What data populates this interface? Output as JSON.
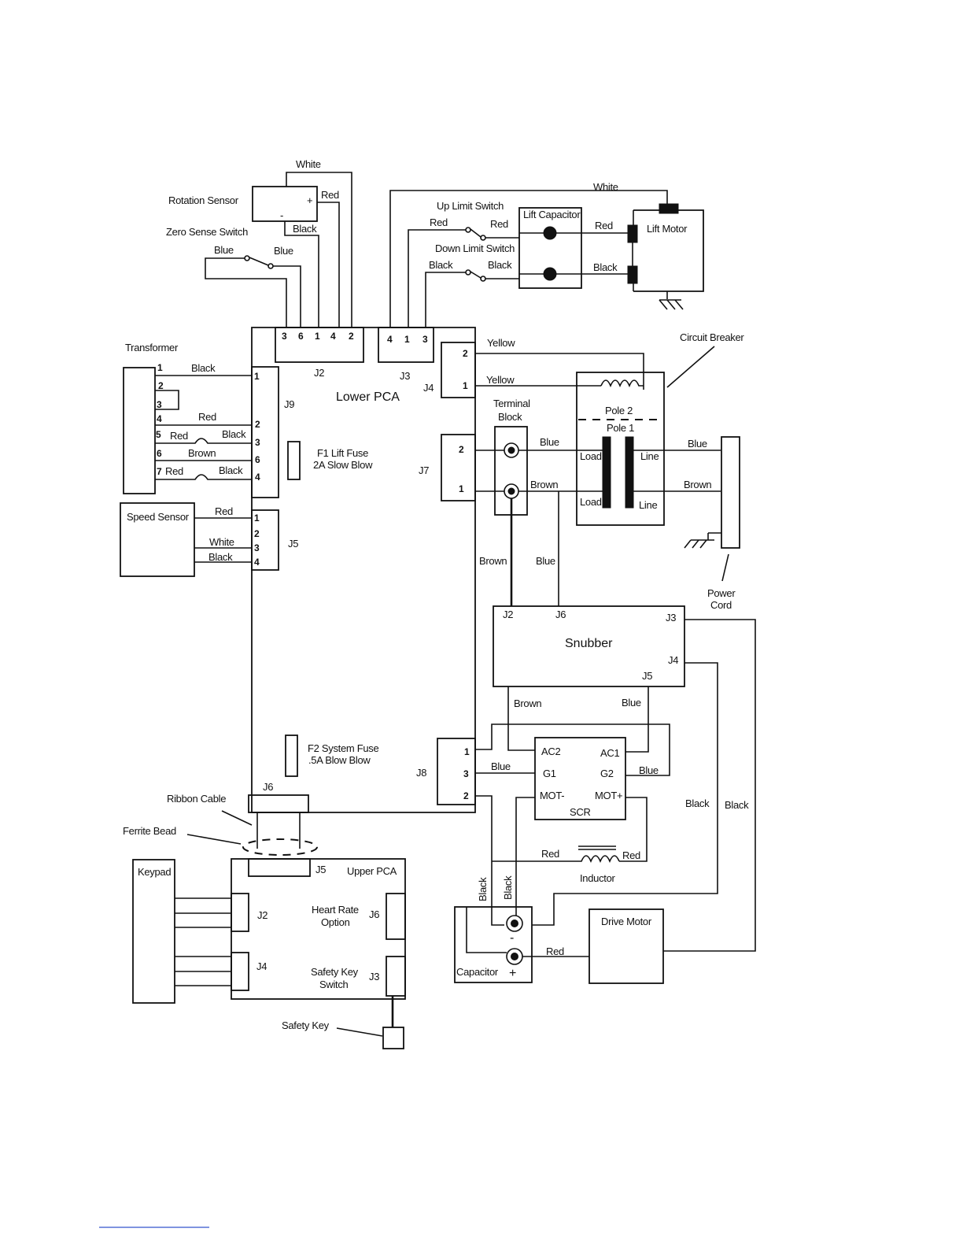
{
  "colors": {
    "ink": "#111111",
    "background": "#ffffff"
  },
  "components": {
    "rotation_sensor": "Rotation Sensor",
    "zero_sense_switch": "Zero Sense Switch",
    "transformer": "Transformer",
    "speed_sensor": "Speed Sensor",
    "lower_pca": "Lower PCA",
    "f1_fuse_line1": "F1 Lift Fuse",
    "f1_fuse_line2": "2A Slow Blow",
    "f2_fuse_line1": "F2 System Fuse",
    "f2_fuse_line2": ".5A Blow Blow",
    "up_limit_switch": "Up Limit Switch",
    "down_limit_switch": "Down Limit Switch",
    "lift_capacitor": "Lift Capacitor",
    "lift_motor": "Lift Motor",
    "circuit_breaker": "Circuit Breaker",
    "pole2": "Pole 2",
    "pole1": "Pole 1",
    "load": "Load",
    "line": "Line",
    "terminal_block_line1": "Terminal",
    "terminal_block_line2": "Block",
    "power_cord_line1": "Power",
    "power_cord_line2": "Cord",
    "snubber": "Snubber",
    "scr": "SCR",
    "inductor": "Inductor",
    "capacitor": "Capacitor",
    "drive_motor": "Drive Motor",
    "ribbon_cable": "Ribbon Cable",
    "ferrite_bead": "Ferrite Bead",
    "keypad": "Keypad",
    "upper_pca": "Upper PCA",
    "heart_rate_line1": "Heart Rate",
    "heart_rate_line2": "Option",
    "safety_key_switch_line1": "Safety Key",
    "safety_key_switch_line2": "Switch",
    "safety_key": "Safety Key"
  },
  "connectors": {
    "j2": "J2",
    "j3": "J3",
    "j4": "J4",
    "j5": "J5",
    "j6": "J6",
    "j7": "J7",
    "j8": "J8",
    "j9": "J9"
  },
  "pins": {
    "j2": [
      "3",
      "6",
      "1",
      "4",
      "2"
    ],
    "j3": [
      "4",
      "1",
      "3"
    ],
    "j4": [
      "2",
      "1"
    ],
    "j7": [
      "2",
      "1"
    ],
    "j8": [
      "1",
      "3",
      "2"
    ],
    "j9": [
      "1",
      "2",
      "3",
      "6",
      "4"
    ],
    "j5": [
      "1",
      "2",
      "3",
      "4"
    ],
    "transformer": [
      "1",
      "2",
      "3",
      "4",
      "5",
      "6",
      "7"
    ]
  },
  "scr_terminals": {
    "ac2": "AC2",
    "ac1": "AC1",
    "g1": "G1",
    "g2": "G2",
    "mot_minus": "MOT-",
    "mot_plus": "MOT+"
  },
  "symbols": {
    "plus": "+",
    "minus": "-"
  },
  "wires": {
    "white": "White",
    "red": "Red",
    "black": "Black",
    "blue": "Blue",
    "brown": "Brown",
    "yellow": "Yellow"
  }
}
